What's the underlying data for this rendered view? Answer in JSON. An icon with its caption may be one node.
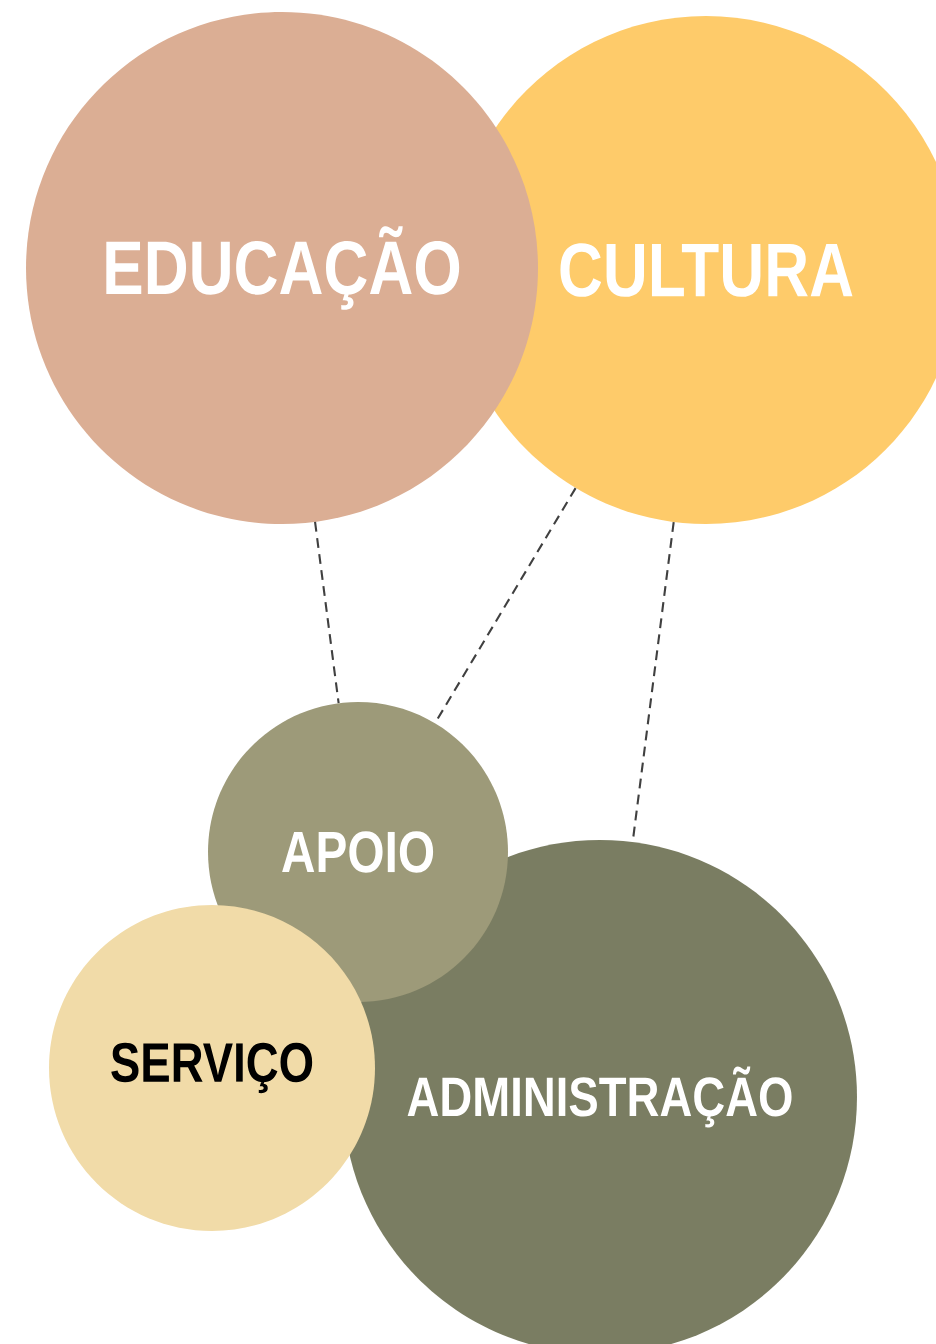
{
  "diagram": {
    "nodes": [
      {
        "text": [
          "CULTURA"
        ]
      },
      {
        "text": [
          "EDUCAÇÃO"
        ]
      },
      {
        "text": [
          "ADMINISTRAÇÃO"
        ]
      },
      {
        "text": [
          "APOIO"
        ]
      },
      {
        "text": [
          "SERVIÇO"
        ]
      }
    ],
    "edges": [
      {
        "from": 1,
        "to": 3,
        "arrow": "none",
        "style": "dashed"
      },
      {
        "from": 0,
        "to": 3,
        "arrow": "none",
        "style": "dashed"
      },
      {
        "from": 0,
        "to": 2,
        "arrow": "none",
        "style": "dashed"
      }
    ]
  }
}
